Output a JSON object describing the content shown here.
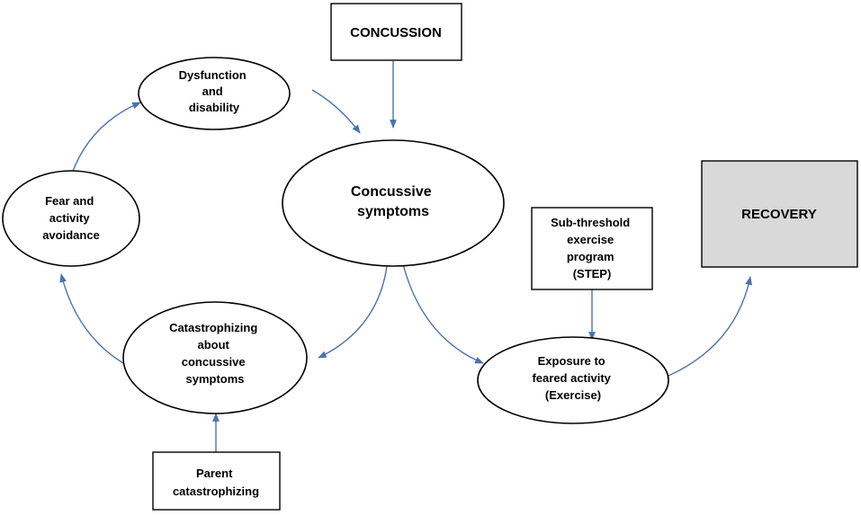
{
  "colors": {
    "arrow": "#4a72b0",
    "recovery_fill": "#d9d9d9",
    "outline": "#000000"
  },
  "nodes": {
    "concussion": {
      "lines": [
        "CONCUSSION"
      ]
    },
    "concussive_symptoms": {
      "lines": [
        "Concussive",
        "symptoms"
      ]
    },
    "dysfunction": {
      "lines": [
        "Dysfunction",
        "and",
        "disability"
      ]
    },
    "fear": {
      "lines": [
        "Fear and",
        "activity",
        "avoidance"
      ]
    },
    "catastrophizing": {
      "lines": [
        "Catastrophizing",
        "about",
        "concussive",
        "symptoms"
      ]
    },
    "parent": {
      "lines": [
        "Parent",
        "catastrophizing"
      ]
    },
    "step": {
      "lines": [
        "Sub-threshold",
        "exercise",
        "program",
        "(STEP)"
      ]
    },
    "exposure": {
      "lines": [
        "Exposure to",
        "feared activity",
        "(Exercise)"
      ]
    },
    "recovery": {
      "lines": [
        "RECOVERY"
      ]
    }
  }
}
